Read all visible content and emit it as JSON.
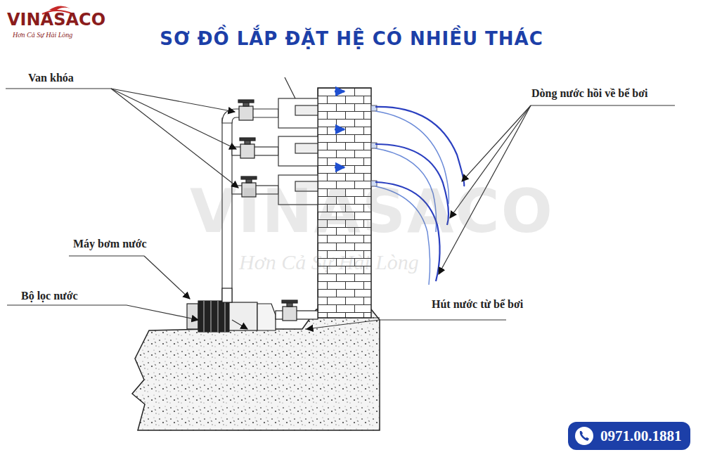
{
  "diagram": {
    "title": "SƠ ĐỒ LẮP ĐẶT HỆ CÓ NHIỀU THÁC",
    "nodes": [
      {
        "text": [
          "0971.00.1881"
        ]
      }
    ],
    "labels": [
      "VINASACO",
      "Hơn Cả Sự Hài Lòng",
      "Van khóa",
      "Máy bơm nước",
      "Bộ lọc nước",
      "Dòng nước hồi về bể bơi",
      "Hút nước từ bể bơi",
      "VINASACO",
      "Hơn Cả Sự Hài Lòng"
    ]
  }
}
